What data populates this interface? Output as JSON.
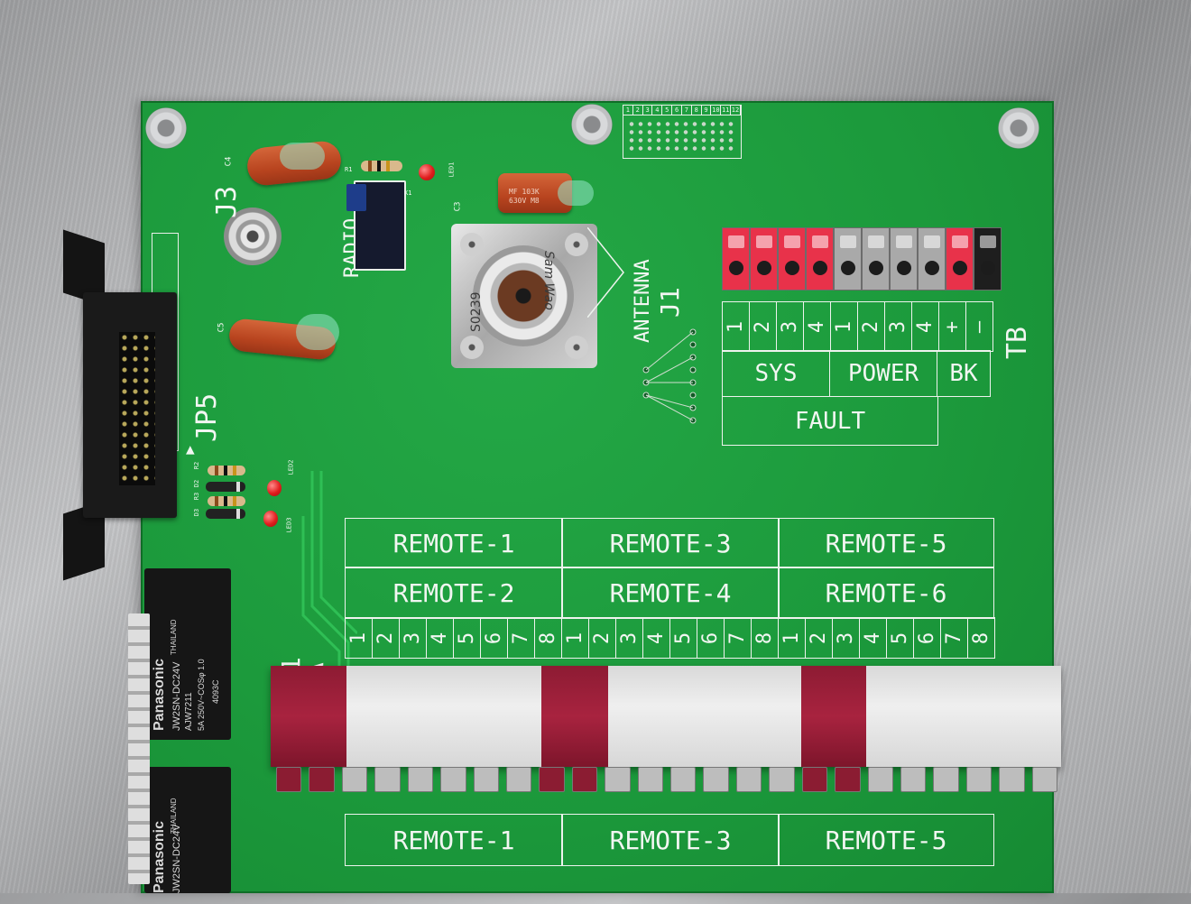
{
  "board": {
    "silkscreen": {
      "j3": "J3",
      "radio": "RADIO",
      "jp5": "JP5",
      "jp5_marker": "▲",
      "antenna": "ANTENNA",
      "j1": "J1",
      "tb": "TB",
      "f1": "F1",
      "f1_rating": "5A",
      "small_c4": "C4",
      "small_c5": "C5",
      "small_c3": "C3",
      "small_r1": "R1",
      "small_k1": "K1",
      "small_led1": "LED1",
      "small_r2": "R2",
      "small_r3": "R3",
      "small_d2": "D2",
      "small_d3": "D3",
      "small_led2": "LED2",
      "small_led3": "LED3",
      "cap_marking_1": "MF 103K",
      "cap_marking_2": "630V M8",
      "connector_brand": "Sam Wao",
      "connector_code": "S0239",
      "relay_brand": "Panasonic",
      "relay_origin": "THAILAND",
      "relay_model": "JW2SN-DC24V",
      "relay_spec1": "AJW7211",
      "relay_spec2": "5A 250V~COSφ 1.0",
      "relay_code": "4093C"
    },
    "header_grid_numbers": [
      "1",
      "2",
      "3",
      "4",
      "5",
      "6",
      "7",
      "8",
      "9",
      "10",
      "11",
      "12"
    ],
    "tb_table": {
      "pin_labels": [
        "1",
        "2",
        "3",
        "4",
        "1",
        "2",
        "3",
        "4",
        "+",
        "–"
      ],
      "groups": [
        "SYS",
        "POWER",
        "BK"
      ],
      "fault_label": "FAULT"
    },
    "remote_table": {
      "row1": [
        "REMOTE-1",
        "REMOTE-3",
        "REMOTE-5"
      ],
      "row2": [
        "REMOTE-2",
        "REMOTE-4",
        "REMOTE-6"
      ],
      "pins": [
        "1",
        "2",
        "3",
        "4",
        "5",
        "6",
        "7",
        "8",
        "1",
        "2",
        "3",
        "4",
        "5",
        "6",
        "7",
        "8",
        "1",
        "2",
        "3",
        "4",
        "5",
        "6",
        "7",
        "8"
      ]
    },
    "remote_table_lower": {
      "row1": [
        "REMOTE-1",
        "REMOTE-3",
        "REMOTE-5"
      ]
    }
  },
  "colors": {
    "pcb": "#1f9e40",
    "silkscreen": "#f2f6f2",
    "terminal_red": "#e8324a",
    "terminal_gray": "#a9a9a9",
    "strip_red": "#9b1e38",
    "strip_white": "#e6e6e6"
  }
}
